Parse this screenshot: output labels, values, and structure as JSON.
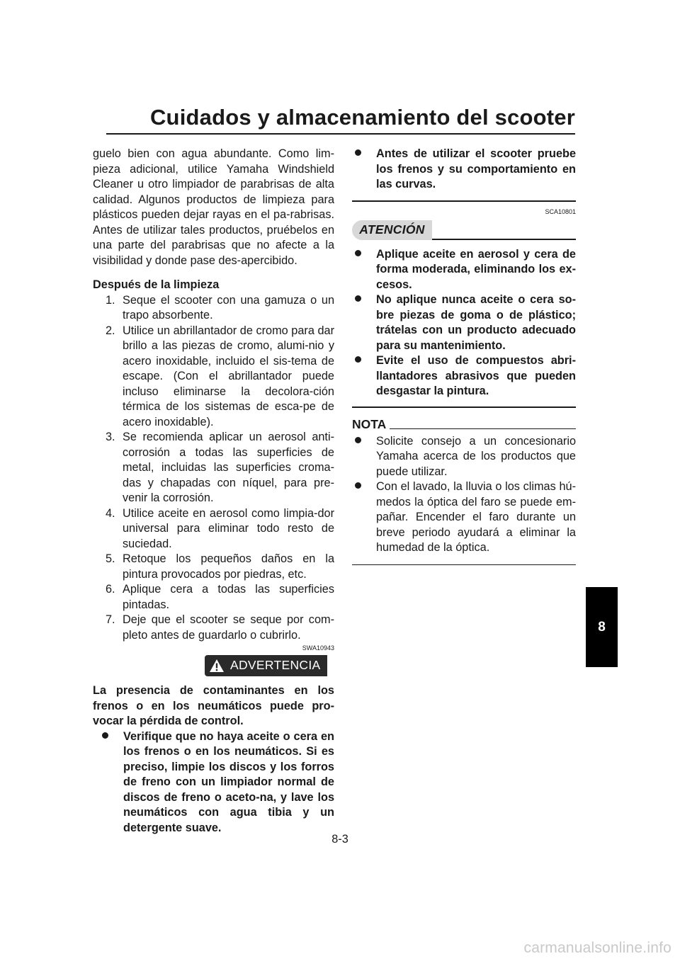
{
  "header": {
    "title": "Cuidados y almacenamiento del scooter"
  },
  "left": {
    "intro": "guelo bien con agua abundante. Como lim-pieza adicional, utilice Yamaha Windshield Cleaner u otro limpiador de parabrisas de alta calidad. Algunos productos de limpieza para plásticos pueden dejar rayas en el pa-rabrisas. Antes de utilizar tales productos, pruébelos en una parte del parabrisas que no afecte a la visibilidad y donde pase des-apercibido.",
    "after_heading": "Después de la limpieza",
    "steps": [
      {
        "num": "1.",
        "text": "Seque el scooter con una gamuza o un trapo absorbente."
      },
      {
        "num": "2.",
        "text": "Utilice un abrillantador de cromo para dar brillo a las piezas de cromo, alumi-nio y acero inoxidable, incluido el sis-tema de escape. (Con el abrillantador puede incluso eliminarse la decolora-ción térmica de los sistemas de esca-pe de acero inoxidable)."
      },
      {
        "num": "3.",
        "text": "Se recomienda aplicar un aerosol anti-corrosión a todas las superficies de metal, incluidas las superficies croma-das y chapadas con níquel, para pre-venir la corrosión."
      },
      {
        "num": "4.",
        "text": "Utilice aceite en aerosol como limpia-dor universal para eliminar todo resto de suciedad."
      },
      {
        "num": "5.",
        "text": "Retoque los pequeños daños en la pintura provocados por piedras, etc."
      },
      {
        "num": "6.",
        "text": "Aplique cera a todas las superficies pintadas."
      },
      {
        "num": "7.",
        "text": "Deje que el scooter se seque por com-pleto antes de guardarlo o cubrirlo."
      }
    ],
    "warning_code": "SWA10943",
    "warning_label": "ADVERTENCIA",
    "warning_text": "La presencia de contaminantes en los frenos o en los neumáticos puede pro-vocar la pérdida de control.",
    "warning_bullets": [
      "Verifique que no haya aceite o cera en los frenos o en los neumáticos. Si es preciso, limpie los discos y los forros de freno con un limpiador normal de discos de freno o aceto-na, y lave los neumáticos con agua tibia y un detergente suave."
    ]
  },
  "right": {
    "warning_bullets_cont": [
      "Antes de utilizar el scooter pruebe los frenos y su comportamiento en las curvas."
    ],
    "caution_code": "SCA10801",
    "caution_label": "ATENCIÓN",
    "caution_bullets": [
      "Aplique aceite en aerosol y cera de forma moderada, eliminando los ex-cesos.",
      "No aplique nunca aceite o cera so-bre piezas de goma o de plástico; trátelas con un producto adecuado para su mantenimiento.",
      "Evite el uso de compuestos abri-llantadores abrasivos que pueden desgastar la pintura."
    ],
    "note_label": "NOTA",
    "note_bullets": [
      "Solicite consejo a un concesionario Yamaha acerca de los productos que puede utilizar.",
      "Con el lavado, la lluvia o los climas hú-medos la óptica del faro se puede em-pañar. Encender el faro durante un breve periodo ayudará a eliminar la humedad de la óptica."
    ]
  },
  "chapter_tab": "8",
  "page_number": "8-3",
  "watermark": "carmanualsonline.info"
}
